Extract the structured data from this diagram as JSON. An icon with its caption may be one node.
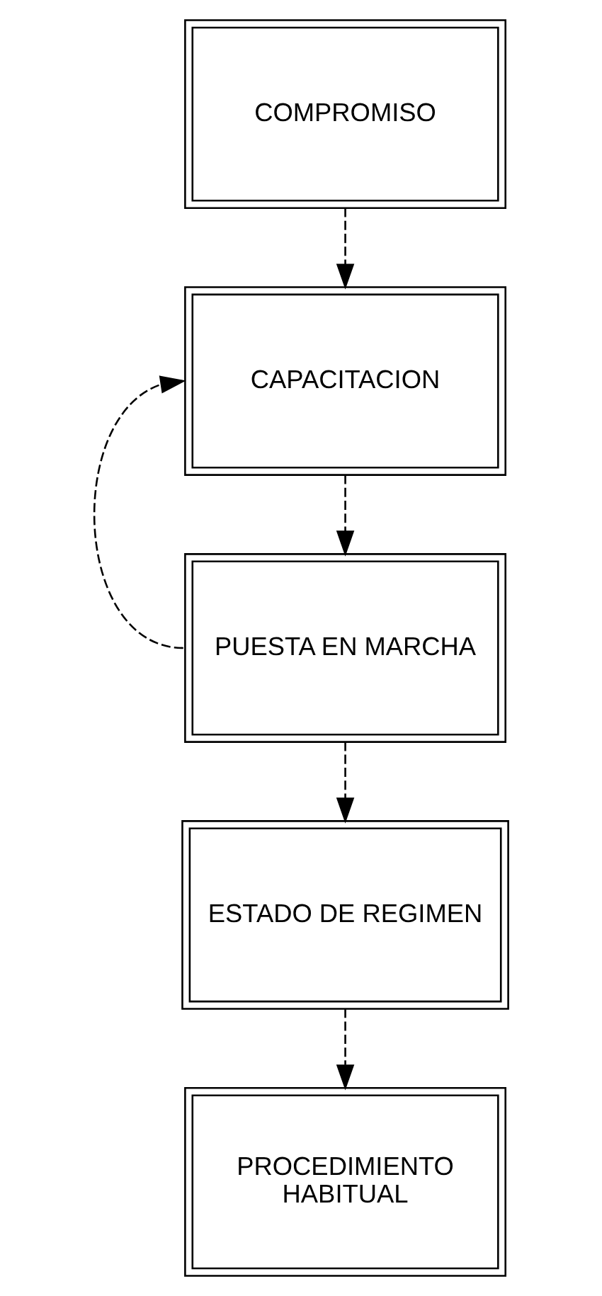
{
  "diagram": {
    "nodes": [
      {
        "text": [
          "COMPROMISO"
        ]
      },
      {
        "text": [
          "CAPACITACION"
        ]
      },
      {
        "text": [
          "PUESTA EN MARCHA"
        ]
      },
      {
        "text": [
          "ESTADO DE REGIMEN"
        ]
      },
      {
        "text": [
          "PROCEDIMIENTO HABITUAL"
        ]
      }
    ],
    "edges": [
      {
        "from": 0,
        "to": 1,
        "arrow": "to",
        "style": "dashed"
      },
      {
        "from": 1,
        "to": 2,
        "arrow": "to",
        "style": "dashed"
      },
      {
        "from": 2,
        "to": 3,
        "arrow": "to",
        "style": "dashed"
      },
      {
        "from": 3,
        "to": 4,
        "arrow": "to",
        "style": "dashed"
      },
      {
        "from": 2,
        "to": 1,
        "arrow": "to",
        "style": "dashed"
      }
    ]
  }
}
